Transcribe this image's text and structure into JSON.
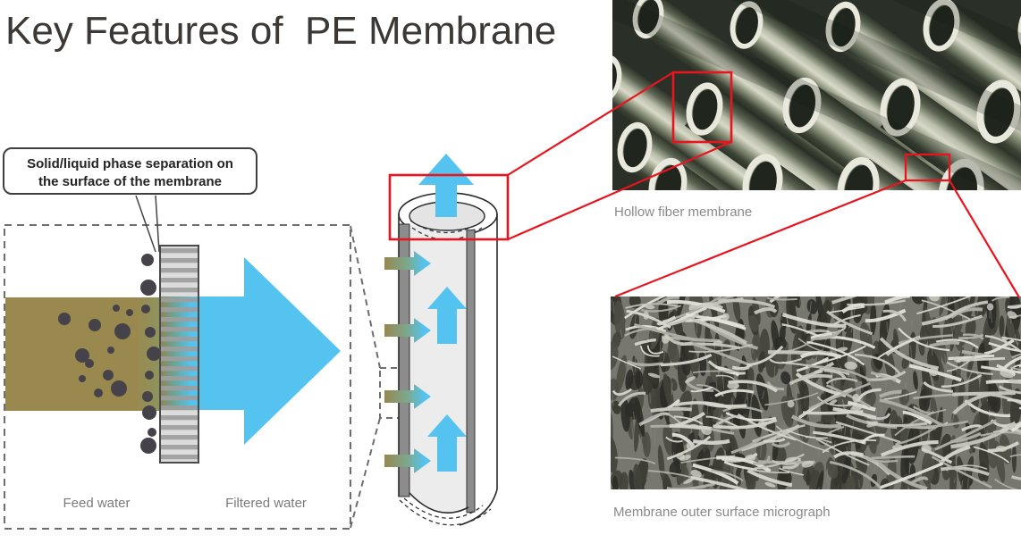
{
  "title": "Key Features of  PE Membrane",
  "diagram": {
    "callout_line1": "Solid/liquid phase separation on",
    "callout_line2": "the surface of the membrane",
    "feed_water_label": "Feed water",
    "filtered_water_label": "Filtered water"
  },
  "photos": {
    "hollow_fiber_caption": "Hollow fiber membrane",
    "micrograph_caption": "Membrane outer surface micrograph"
  },
  "colors": {
    "highlight_red": "#e8141e",
    "water_cyan": "#54c3ef",
    "feed_brown": "#99894f",
    "membrane_stripe_gray": "#9e9e9e",
    "caption_gray": "#8a8a8a"
  }
}
